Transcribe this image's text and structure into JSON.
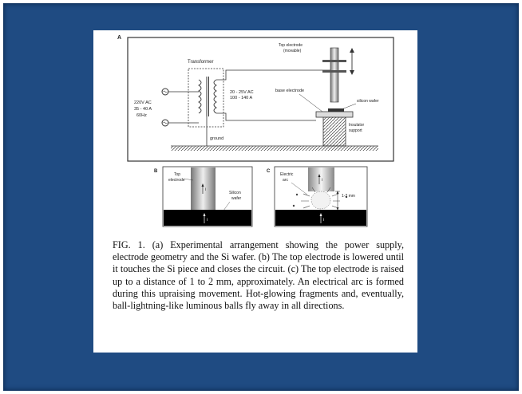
{
  "panel_a": {
    "letter": "A",
    "transformer": "Transformer",
    "input_lines": [
      "220V AC",
      "35 - 40 A",
      "60Hz"
    ],
    "output_lines": [
      "20 - 25V AC",
      "100 - 140 A"
    ],
    "top_electrode_lines": [
      "Top electrode",
      "(movable)"
    ],
    "base_electrode": "base electrode",
    "silicon_wafer": "silicon wafer",
    "insulator_lines": [
      "Insulator",
      "support"
    ],
    "ground": "ground"
  },
  "panel_b": {
    "letter": "B",
    "top_electrode_lines": [
      "Top",
      "electrode"
    ],
    "silicon_lines": [
      "Silicon",
      "wafer"
    ],
    "current": "i"
  },
  "panel_c": {
    "letter": "C",
    "arc_lines": [
      "Electric",
      "arc"
    ],
    "gap": "1-2 mm",
    "current": "i"
  },
  "caption": "FIG. 1.   (a) Experimental arrangement showing the power supply, electrode geometry and the Si wafer. (b) The top electrode is lowered until it touches the Si piece and closes the circuit. (c) The top electrode is raised up to a distance of 1 to 2 mm, approximately. An electrical arc is formed during this upraising movement. Hot-glowing fragments and, eventually, ball-lightning-like luminous balls fly away in all directions."
}
